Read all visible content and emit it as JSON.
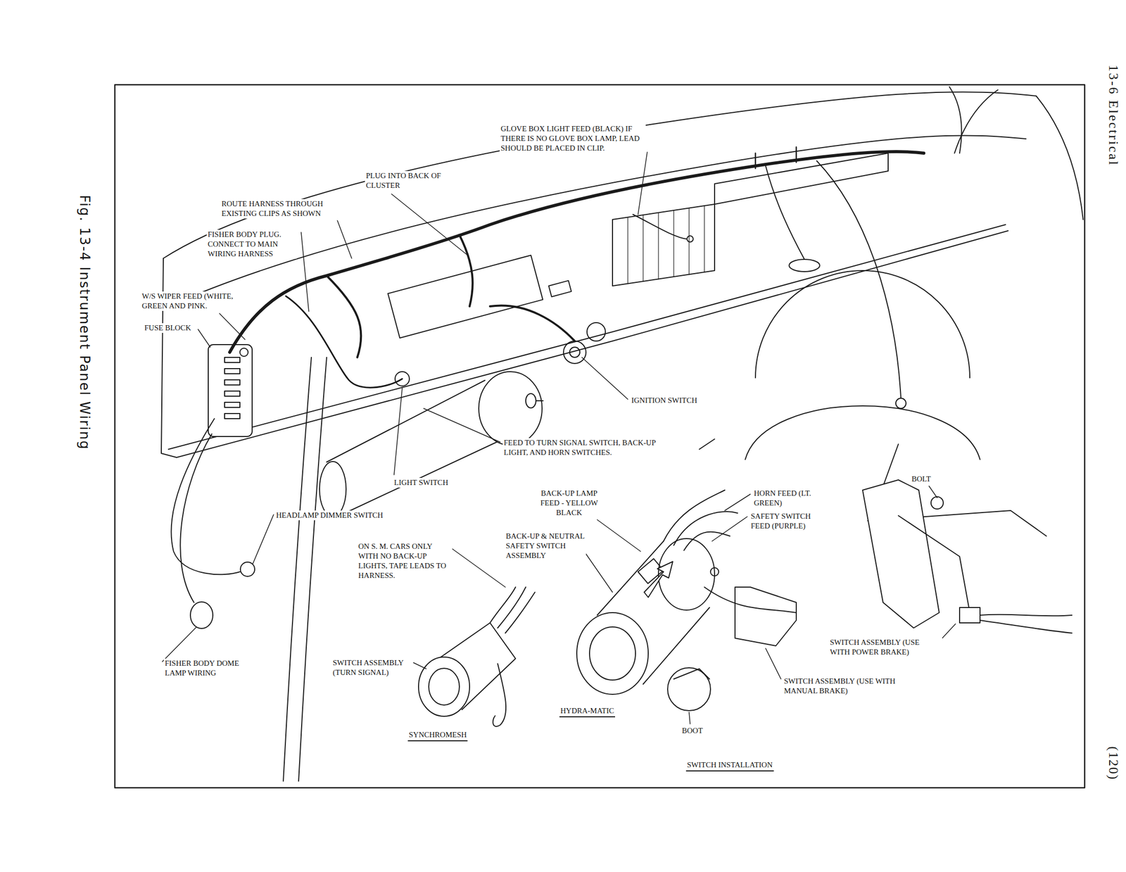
{
  "diagram": {
    "caption": "Fig. 13-4 Instrument Panel Wiring",
    "labels": [
      "13-6 Electrical",
      "(120)",
      "GLOVE BOX LIGHT FEED (BLACK) IF THERE IS NO GLOVE BOX LAMP, LEAD SHOULD BE PLACED IN CLIP.",
      "PLUG INTO BACK OF CLUSTER",
      "ROUTE HARNESS THROUGH EXISTING CLIPS AS SHOWN",
      "FISHER BODY PLUG. CONNECT TO MAIN WIRING HARNESS",
      "W/S WIPER FEED (WHITE, GREEN AND PINK.",
      "FUSE BLOCK",
      "IGNITION SWITCH",
      "FEED TO TURN SIGNAL SWITCH, BACK-UP LIGHT, AND HORN SWITCHES.",
      "LIGHT SWITCH",
      "HEADLAMP DIMMER SWITCH",
      "BACK-UP LAMP FEED - YELLOW BLACK",
      "HORN FEED (LT. GREEN)",
      "SAFETY SWITCH FEED (PURPLE)",
      "BOLT",
      "ON S. M. CARS ONLY WITH NO BACK-UP LIGHTS, TAPE LEADS TO HARNESS.",
      "BACK-UP & NEUTRAL SAFETY SWITCH ASSEMBLY",
      "FISHER BODY DOME LAMP WIRING",
      "SWITCH ASSEMBLY (TURN SIGNAL)",
      "HYDRA-MATIC",
      "SYNCHROMESH",
      "BOOT",
      "SWITCH ASSEMBLY (USE WITH POWER BRAKE)",
      "SWITCH ASSEMBLY (USE WITH MANUAL BRAKE)",
      "SWITCH INSTALLATION"
    ]
  }
}
